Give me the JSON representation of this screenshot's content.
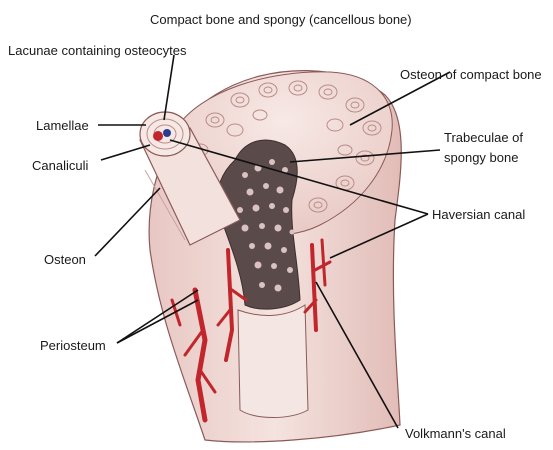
{
  "title": "Compact bone and spongy (cancellous bone)",
  "labels": {
    "lacunae": "Lacunae containing osteocytes",
    "lamellae": "Lamellae",
    "canaliculi": "Canaliculi",
    "osteon": "Osteon",
    "periosteum": "Periosteum",
    "osteon_compact": "Osteon of compact bone",
    "trabeculae_line1": "Trabeculae of",
    "trabeculae_line2": "spongy bone",
    "haversian": "Haversian canal",
    "volkmann": "Volkmann's canal"
  }
}
